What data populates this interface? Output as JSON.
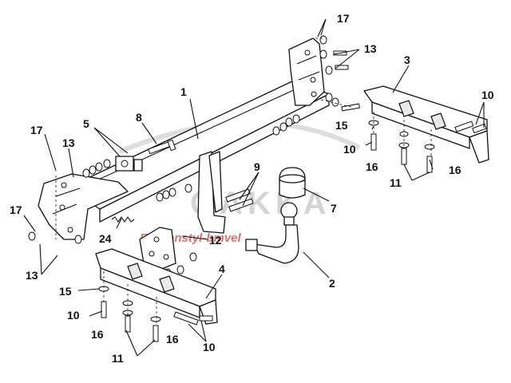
{
  "watermark": {
    "brand": "GAKKA",
    "subtitle": "Ex-Konstyl-bmvel",
    "color_primary": "#cfcfcf",
    "color_subtitle": "#e07070"
  },
  "callouts": {
    "c1": "1",
    "c2": "2",
    "c3": "3",
    "c4": "4",
    "c5": "5",
    "c7": "7",
    "c8": "8",
    "c9": "9",
    "c10a": "10",
    "c10b": "10",
    "c10c": "10",
    "c10d": "10",
    "c11a": "11",
    "c11b": "11",
    "c12": "12",
    "c13a": "13",
    "c13b": "13",
    "c13c": "13",
    "c15a": "15",
    "c15b": "15",
    "c16a": "16",
    "c16b": "16",
    "c16c": "16",
    "c16d": "16",
    "c17a": "17",
    "c17b": "17",
    "c17c": "17",
    "c24": "24"
  }
}
